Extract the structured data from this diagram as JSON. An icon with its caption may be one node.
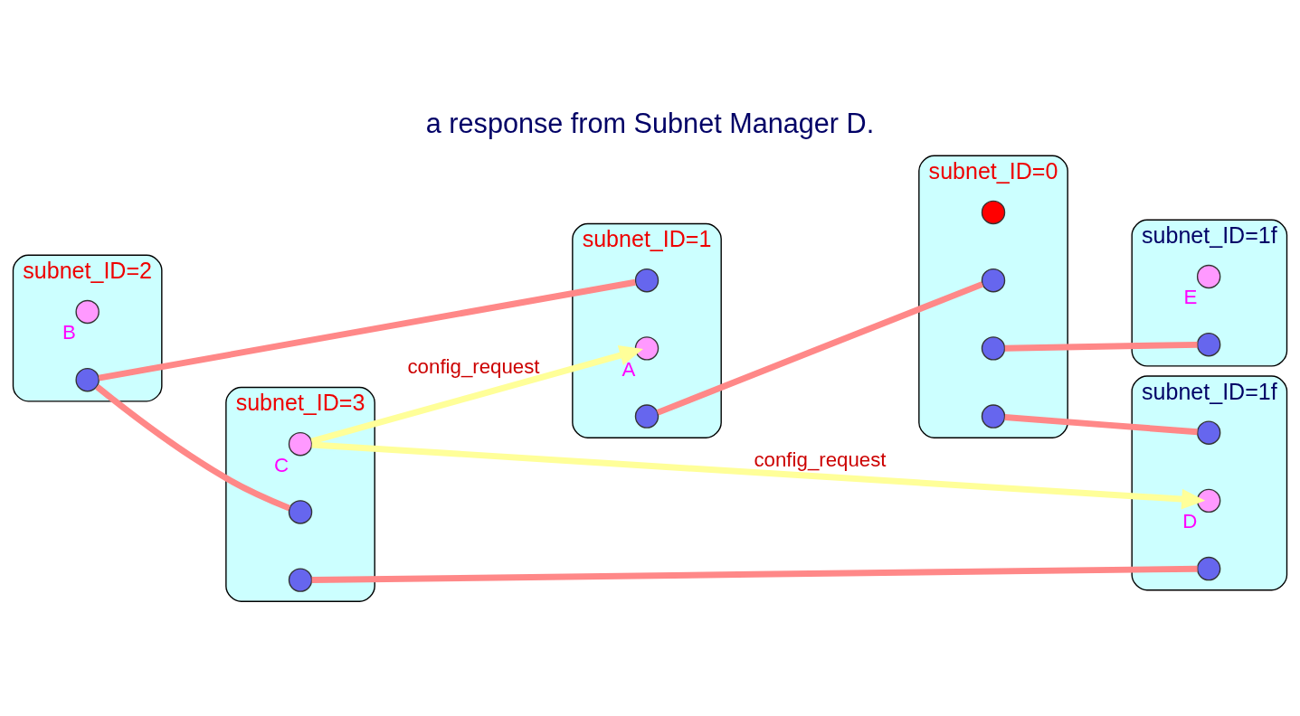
{
  "diagram": {
    "title": "a response from Subnet Manager D.",
    "nodes": [
      {
        "text": [
          "subnet_ID=1"
        ]
      },
      {
        "text": [],
        "shape": "circle",
        "in": 0,
        "beside": [
          "A"
        ]
      },
      {
        "text": [],
        "shape": "circle",
        "in": 0
      },
      {
        "text": [],
        "shape": "circle",
        "in": 0
      },
      {
        "text": [
          "subnet_ID=0"
        ]
      },
      {
        "text": [],
        "shape": "circle",
        "in": 4
      },
      {
        "text": [],
        "shape": "circle",
        "in": 4
      },
      {
        "text": [],
        "shape": "circle",
        "in": 4
      },
      {
        "text": [],
        "shape": "circle",
        "in": 4
      },
      {
        "text": [
          "subnet_ID=2"
        ]
      },
      {
        "text": [],
        "shape": "circle",
        "in": 9,
        "beside": [
          "B"
        ]
      },
      {
        "text": [],
        "shape": "circle",
        "in": 9
      },
      {
        "text": [
          "subnet_ID=1f"
        ]
      },
      {
        "text": [],
        "shape": "circle",
        "in": 12,
        "beside": [
          "E"
        ]
      },
      {
        "text": [],
        "shape": "circle",
        "in": 12
      },
      {
        "text": [
          "subnet_ID=3"
        ]
      },
      {
        "text": [],
        "shape": "circle",
        "in": 15,
        "beside": [
          "C"
        ]
      },
      {
        "text": [],
        "shape": "circle",
        "in": 15
      },
      {
        "text": [],
        "shape": "circle",
        "in": 15
      },
      {
        "text": [
          "subnet_ID=1f"
        ]
      },
      {
        "text": [],
        "shape": "circle",
        "in": 19,
        "beside": [
          "D"
        ]
      },
      {
        "text": [],
        "shape": "circle",
        "in": 19
      },
      {
        "text": [],
        "shape": "circle",
        "in": 19
      }
    ],
    "edges": [
      {
        "from": 3,
        "to": 6,
        "arrow": "none"
      },
      {
        "from": 7,
        "to": 14,
        "arrow": "none"
      },
      {
        "from": 11,
        "to": 2,
        "arrow": "none"
      },
      {
        "from": 11,
        "to": 17,
        "arrow": "none"
      },
      {
        "from": 8,
        "to": 21,
        "arrow": "none"
      },
      {
        "from": 18,
        "to": 22,
        "arrow": "none"
      },
      {
        "from": 16,
        "to": 1,
        "arrow": "to",
        "label": "config_request",
        "color": "#ffff99"
      },
      {
        "from": 16,
        "to": 20,
        "arrow": "to",
        "label": "config_request",
        "color": "#ffff99"
      }
    ]
  }
}
